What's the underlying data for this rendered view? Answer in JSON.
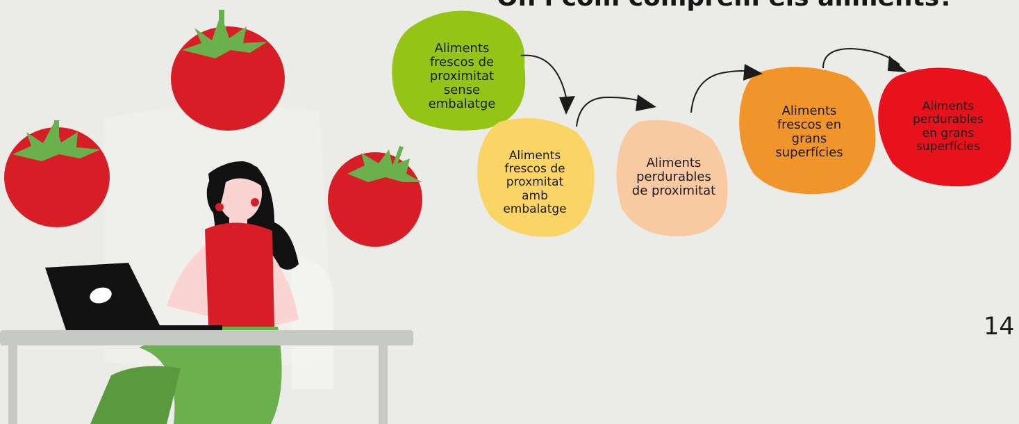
{
  "title": "On i com comprem els aliments?",
  "page_number": "14",
  "steps": [
    {
      "label": "Aliments\nfrescos de\nproximitat\nsense\nembalatge",
      "color": "#94c516"
    },
    {
      "label": "Aliments\nfrescos de\nproxmitat\namb\nembalatge",
      "color": "#fad565"
    },
    {
      "label": "Aliments\nperdurables\nde proximitat",
      "color": "#f9c9a2"
    },
    {
      "label": "Aliments\nfrescos en\ngrans\nsuperfícies",
      "color": "#f1942a"
    },
    {
      "label": "Aliments\nperdurables\nen grans\nsuperfícies",
      "color": "#e8121c"
    }
  ],
  "colors": {
    "background": "#ebebe8",
    "tomato": "#d71e26",
    "tomato_leaves": "#6ab04c",
    "shirt": "#d71e26",
    "pants": "#6ab04c",
    "skin": "#fbd3d3",
    "hair": "#111111",
    "desk": "#c6c9c6",
    "laptop": "#111111"
  },
  "illustration": {
    "icons": [
      "tomato-icon",
      "woman-at-laptop-illustration",
      "curved-arrow-icon"
    ]
  }
}
